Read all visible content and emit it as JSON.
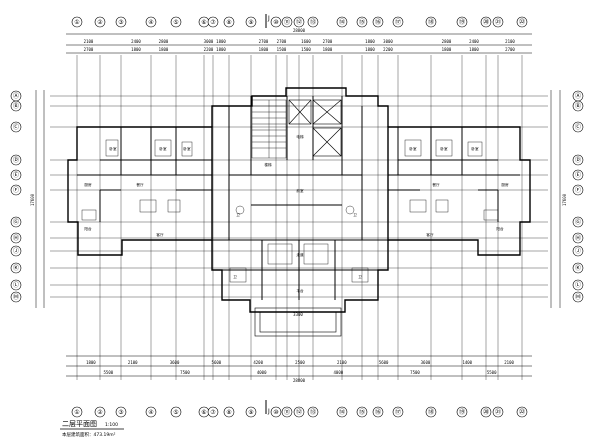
{
  "drawing": {
    "title": "二层平面图",
    "scale": "1:100",
    "area_note": "本层建筑面积：473.19m²",
    "section_mark": "J"
  },
  "dimensions": {
    "top_total": "28800",
    "top_row": [
      "2100",
      "2400",
      "2800",
      "3000",
      "1800",
      "2700",
      "2700",
      "1600",
      "2700",
      "1800",
      "3000",
      "2800",
      "2400",
      "2100"
    ],
    "top_row2": [
      "2700",
      "1800",
      "1800",
      "2200",
      "1800",
      "1800",
      "1500",
      "1500",
      "1800",
      "1800",
      "2200",
      "1800",
      "1800",
      "2700"
    ],
    "bottom_total": "28800",
    "bottom_row": [
      "1800",
      "2100",
      "3600",
      "5600",
      "4200",
      "2500",
      "2100",
      "5600",
      "3600",
      "1400",
      "2100"
    ],
    "bottom_row2": [
      "5500",
      "7500",
      "4000",
      "4000",
      "7500",
      "5500"
    ],
    "left_total": "17600",
    "right_total": "17600",
    "entrance": "3300"
  },
  "axes": {
    "top": [
      "①",
      "②",
      "③",
      "④",
      "⑤",
      "⑥",
      "⑦",
      "⑧",
      "⑨",
      "⑩",
      "⑪",
      "⑫",
      "⑬",
      "⑭",
      "⑮",
      "⑯",
      "⑰",
      "⑱",
      "⑲",
      "⑳",
      "㉑",
      "㉒"
    ],
    "left": [
      "Ⓐ",
      "Ⓑ",
      "Ⓒ",
      "Ⓓ",
      "Ⓔ",
      "Ⓕ",
      "Ⓖ",
      "Ⓗ",
      "Ⓙ",
      "Ⓚ",
      "Ⓛ",
      "Ⓜ"
    ]
  },
  "rooms": [
    "卧室",
    "卧室",
    "卧室",
    "卧室",
    "卧室",
    "卧室",
    "客厅",
    "客厅",
    "餐厅",
    "餐厅",
    "厨房",
    "厨房",
    "阳台",
    "阳台",
    "卫",
    "卫",
    "卫",
    "卫",
    "电梯",
    "前室",
    "楼梯",
    "走道",
    "平台"
  ]
}
